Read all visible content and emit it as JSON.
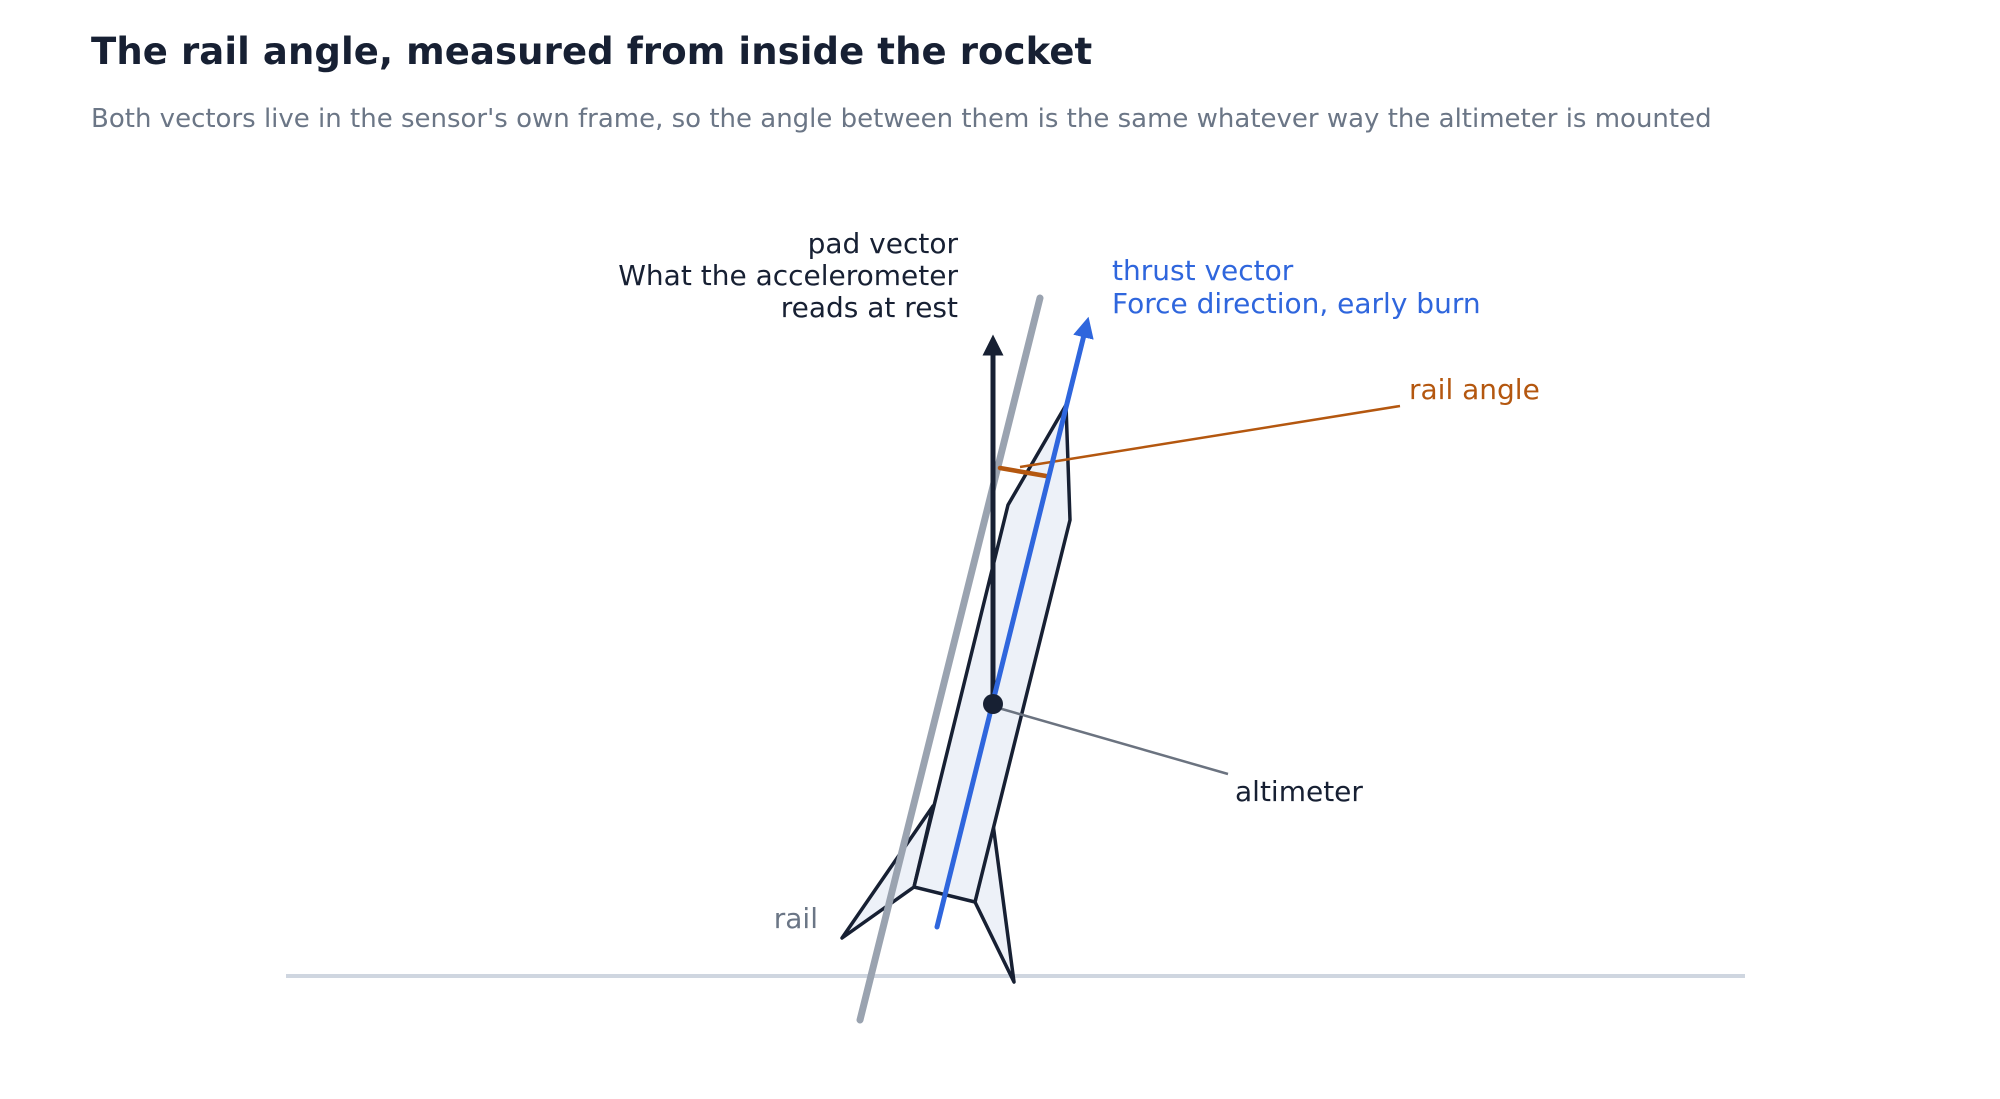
{
  "header": {
    "title": "The rail angle, measured from inside the rocket",
    "subtitle": "Both vectors live in the sensor's own frame, so the angle between them is the same whatever way the altimeter is mounted"
  },
  "labels": {
    "pad_vector": {
      "name": "pad vector",
      "line1": "What the accelerometer",
      "line2": "reads at rest"
    },
    "thrust_vector": {
      "name": "thrust vector",
      "detail": "Force direction, early burn"
    },
    "rail_angle": "rail angle",
    "altimeter": "altimeter",
    "rail": "rail"
  },
  "colors": {
    "ink": "#172033",
    "thrust": "#2f66dd",
    "angle": "#b4570f",
    "rail": "#9aa3b0",
    "ground": "#cfd6e0",
    "body_fill": "#edf1f8",
    "muted": "#6b7686",
    "leader": "#6b7380"
  }
}
